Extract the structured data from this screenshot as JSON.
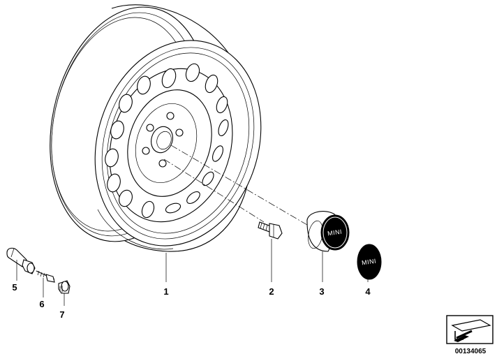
{
  "diagram": {
    "callouts": [
      {
        "id": "part-1",
        "label": "1"
      },
      {
        "id": "part-2",
        "label": "2"
      },
      {
        "id": "part-3",
        "label": "3"
      },
      {
        "id": "part-4",
        "label": "4"
      },
      {
        "id": "part-5",
        "label": "5"
      },
      {
        "id": "part-6",
        "label": "6"
      },
      {
        "id": "part-7",
        "label": "7"
      }
    ],
    "hub_cap_logo": "MINI",
    "emblem_logo": "MINI",
    "diagram_code": "00134065"
  }
}
